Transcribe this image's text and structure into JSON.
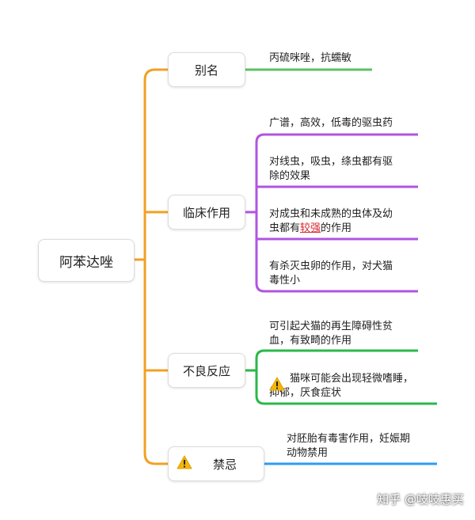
{
  "colors": {
    "trunk": "#f2a024",
    "alias": "#5cc062",
    "clinical": "#b154e0",
    "adverse": "#2ab84a",
    "contraindication": "#2e9bf0"
  },
  "root": {
    "label": "阿苯达唑"
  },
  "branches": {
    "alias": {
      "label": "别名",
      "items": [
        {
          "line1": "丙硫咪唑，抗蠕敏"
        }
      ]
    },
    "clinical": {
      "label": "临床作用",
      "items": [
        {
          "line1": "广谱，高效，低毒的驱虫药"
        },
        {
          "line1": "对线虫，吸虫，绦虫都有驱",
          "line2": "除的效果"
        },
        {
          "line1": "对成虫和未成熟的虫体及幼",
          "line2_pre": "虫都有",
          "line2_hl": "较强",
          "line2_post": "的作用"
        },
        {
          "line1": "有杀灭虫卵的作用，对犬猫",
          "line2": "毒性小"
        }
      ]
    },
    "adverse": {
      "label": "不良反应",
      "items": [
        {
          "line1": "可引起犬猫的再生障碍性贫",
          "line2": "血，有致畸的作用"
        },
        {
          "icon": "warning-icon",
          "line1": "猫咪可能会出现轻微嗜睡，",
          "line2": "抑郁，厌食症状"
        }
      ]
    },
    "contraindication": {
      "label": "禁忌",
      "icon": "warning-icon",
      "items": [
        {
          "line1": "对胚胎有毒害作用，妊娠期",
          "line2": "动物禁用"
        }
      ]
    }
  },
  "watermark": "知乎 @吱吱惠买"
}
